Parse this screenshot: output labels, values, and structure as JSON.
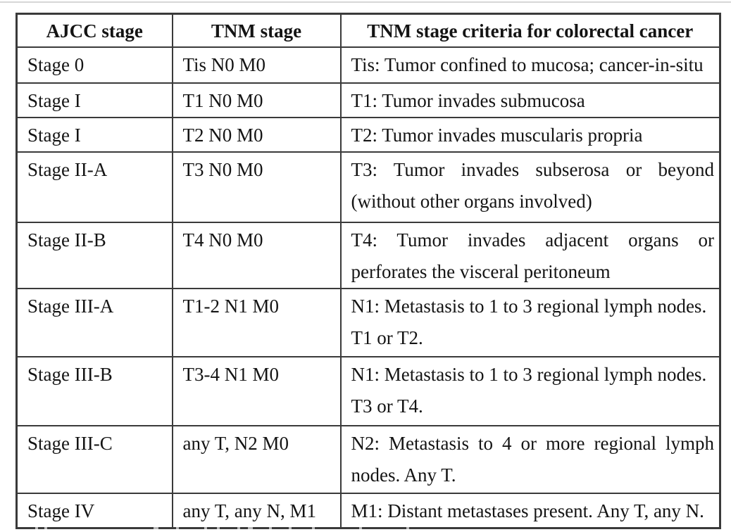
{
  "colors": {
    "table_border": "#3a3a3a",
    "text": "#141414",
    "background": "#ffffff",
    "top_rule": "#d6d6d6"
  },
  "table": {
    "headers": [
      "AJCC stage",
      "TNM stage",
      "TNM stage criteria for colorectal cancer"
    ],
    "rows": [
      {
        "ajcc": "Stage 0",
        "tnm": "Tis N0 M0",
        "criteria": [
          "Tis: Tumor confined to mucosa; cancer-in-situ"
        ]
      },
      {
        "ajcc": "Stage I",
        "tnm": "T1 N0 M0",
        "criteria": [
          "T1: Tumor invades submucosa"
        ]
      },
      {
        "ajcc": "Stage I",
        "tnm": "T2 N0 M0",
        "criteria": [
          "T2: Tumor invades muscularis propria"
        ]
      },
      {
        "ajcc": "Stage II-A",
        "tnm": "T3 N0 M0",
        "criteria": [
          "T3: Tumor invades subserosa or beyond",
          "(without other organs involved)"
        ]
      },
      {
        "ajcc": "Stage II-B",
        "tnm": "T4 N0 M0",
        "criteria": [
          "T4: Tumor invades adjacent organs or",
          "perforates the visceral peritoneum"
        ]
      },
      {
        "ajcc": "Stage III-A",
        "tnm": "T1-2 N1 M0",
        "criteria": [
          "N1: Metastasis to 1 to 3 regional lymph nodes.",
          "T1 or T2."
        ]
      },
      {
        "ajcc": "Stage III-B",
        "tnm": "T3-4 N1 M0",
        "criteria": [
          "N1: Metastasis to 1 to 3 regional lymph nodes.",
          "T3 or T4."
        ]
      },
      {
        "ajcc": "Stage III-C",
        "tnm": "any T, N2 M0",
        "criteria": [
          "N2: Metastasis to 4 or more regional lymph",
          "nodes. Any T."
        ]
      },
      {
        "ajcc": "Stage IV",
        "tnm": "any T, any N, M1",
        "criteria": [
          "M1: Distant metastases present. Any T, any N."
        ]
      }
    ]
  }
}
